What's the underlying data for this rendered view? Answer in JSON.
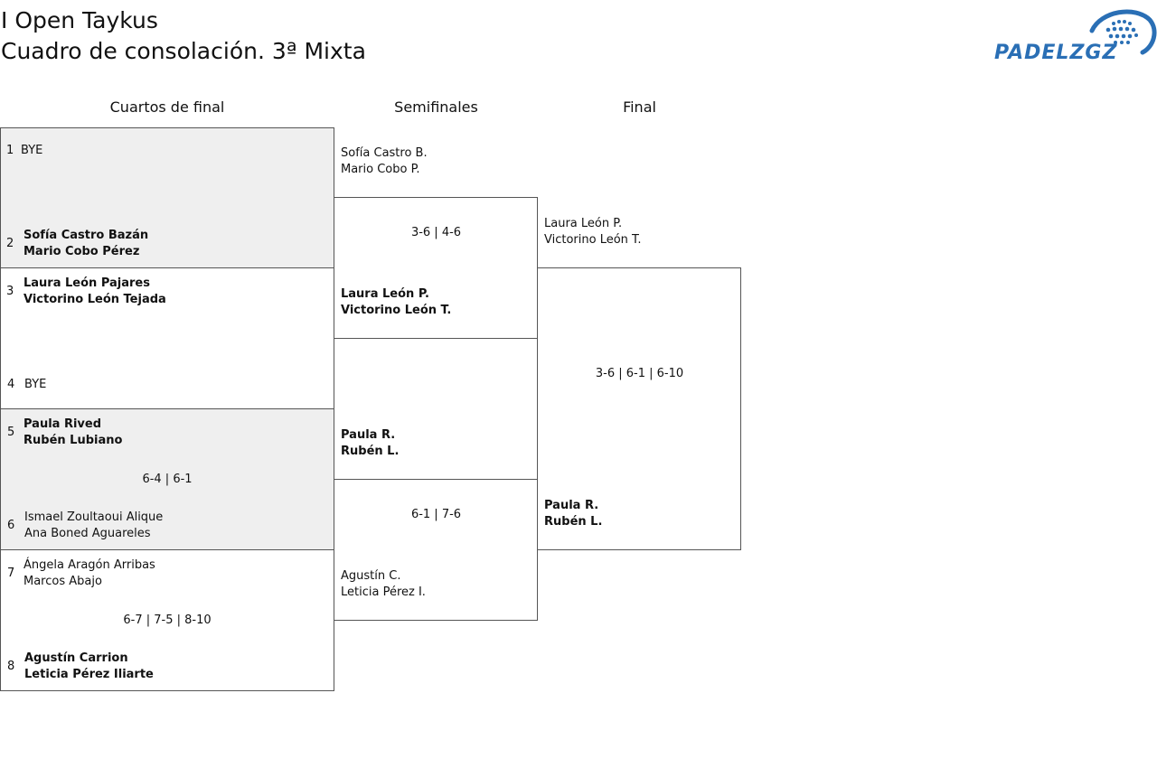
{
  "header": {
    "title_line1": "I Open Taykus",
    "title_line2": "Cuadro de consolación. 3ª Mixta",
    "logo_part1": "PADEL",
    "logo_part2": "ZGZ",
    "logo_icon": "padel-ball-dots-icon"
  },
  "rounds": {
    "quarterfinals": "Cuartos de final",
    "semifinals": "Semifinales",
    "final": "Final"
  },
  "quarterfinals": [
    {
      "score": "",
      "top": {
        "seed": "1",
        "p1": "BYE",
        "p2": ""
      },
      "bottom": {
        "seed": "2",
        "p1": "Sofía Castro Bazán",
        "p2": "Mario Cobo Pérez"
      }
    },
    {
      "score": "",
      "top": {
        "seed": "3",
        "p1": "Laura León Pajares",
        "p2": "Victorino León Tejada"
      },
      "bottom": {
        "seed": "4",
        "p1": "BYE",
        "p2": ""
      }
    },
    {
      "score": "6-4 | 6-1",
      "top": {
        "seed": "5",
        "p1": "Paula Rived",
        "p2": "Rubén Lubiano"
      },
      "bottom": {
        "seed": "6",
        "p1": "Ismael Zoultaoui Alique",
        "p2": "Ana Boned Aguareles"
      }
    },
    {
      "score": "6-7 | 7-5 | 8-10",
      "top": {
        "seed": "7",
        "p1": "Ángela Aragón Arribas",
        "p2": "Marcos Abajo"
      },
      "bottom": {
        "seed": "8",
        "p1": "Agustín Carrion",
        "p2": "Leticia Pérez Iliarte"
      }
    }
  ],
  "semifinals": [
    {
      "score": "3-6 | 4-6",
      "top": {
        "p1": "Sofía Castro B.",
        "p2": "Mario Cobo P."
      },
      "bottom": {
        "p1": "Laura León P.",
        "p2": "Victorino León T."
      }
    },
    {
      "score": "6-1 | 7-6",
      "top": {
        "p1": "Paula R.",
        "p2": "Rubén L."
      },
      "bottom": {
        "p1": "Agustín C.",
        "p2": "Leticia Pérez I."
      }
    }
  ],
  "final": {
    "score": "3-6 | 6-1 | 6-10",
    "top": {
      "p1": "Laura León P.",
      "p2": "Victorino León T."
    },
    "bottom": {
      "p1": "Paula R.",
      "p2": "Rubén L."
    }
  },
  "colors": {
    "shade": "#efefef",
    "border": "#555555",
    "logo_blue": "#2a6fb5"
  }
}
